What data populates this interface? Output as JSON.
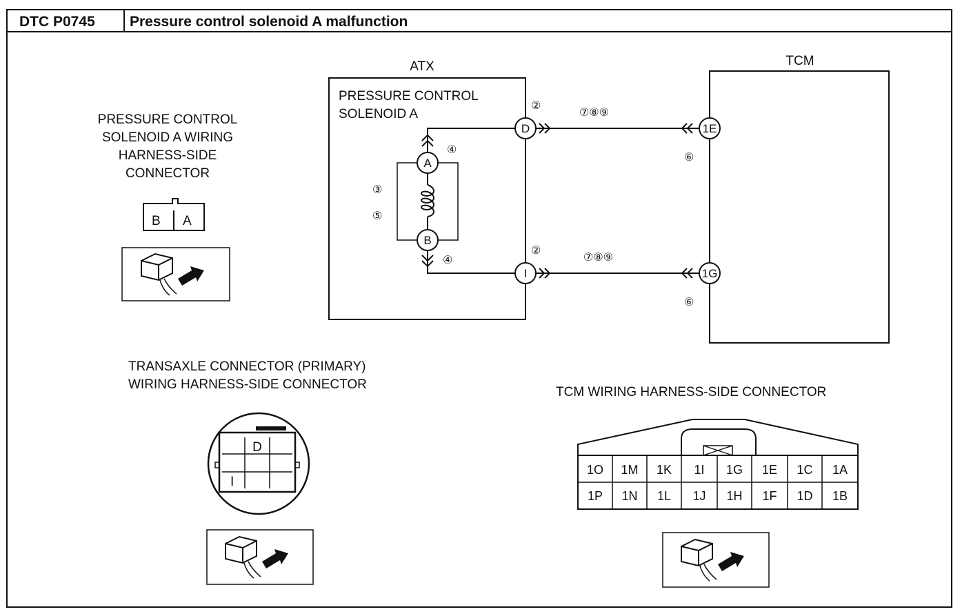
{
  "header": {
    "code": "DTC P0745",
    "title": "Pressure control solenoid A malfunction"
  },
  "left_connector": {
    "label_lines": [
      "PRESSURE CONTROL",
      "SOLENOID A WIRING",
      "HARNESS-SIDE",
      "CONNECTOR"
    ],
    "pins": [
      "B",
      "A"
    ]
  },
  "schematic": {
    "atx_label": "ATX",
    "tcm_label": "TCM",
    "solenoid_lines": [
      "PRESSURE CONTROL",
      "SOLENOID A"
    ],
    "solenoid_terminals": [
      "A",
      "B"
    ],
    "atx_terminals": [
      "D",
      "I"
    ],
    "tcm_terminals": [
      "1E",
      "1G"
    ],
    "step_refs": {
      "top_wire": "②",
      "bottom_wire": "②",
      "top_wire_mid": "⑦⑧⑨",
      "bottom_wire_mid": "⑦⑧⑨",
      "tcm_top": "⑥",
      "tcm_bottom": "⑥",
      "terminal_a": "④",
      "terminal_b": "④",
      "coil_1": "③",
      "coil_2": "⑤"
    }
  },
  "transaxle_connector": {
    "label_lines": [
      "TRANSAXLE CONNECTOR (PRIMARY)",
      "WIRING HARNESS-SIDE CONNECTOR"
    ],
    "pin_d": "D",
    "pin_i": "I"
  },
  "tcm_connector": {
    "label": "TCM WIRING HARNESS-SIDE CONNECTOR",
    "rows": [
      [
        "1O",
        "1M",
        "1K",
        "1I",
        "1G",
        "1E",
        "1C",
        "1A"
      ],
      [
        "1P",
        "1N",
        "1L",
        "1J",
        "1H",
        "1F",
        "1D",
        "1B"
      ]
    ]
  }
}
